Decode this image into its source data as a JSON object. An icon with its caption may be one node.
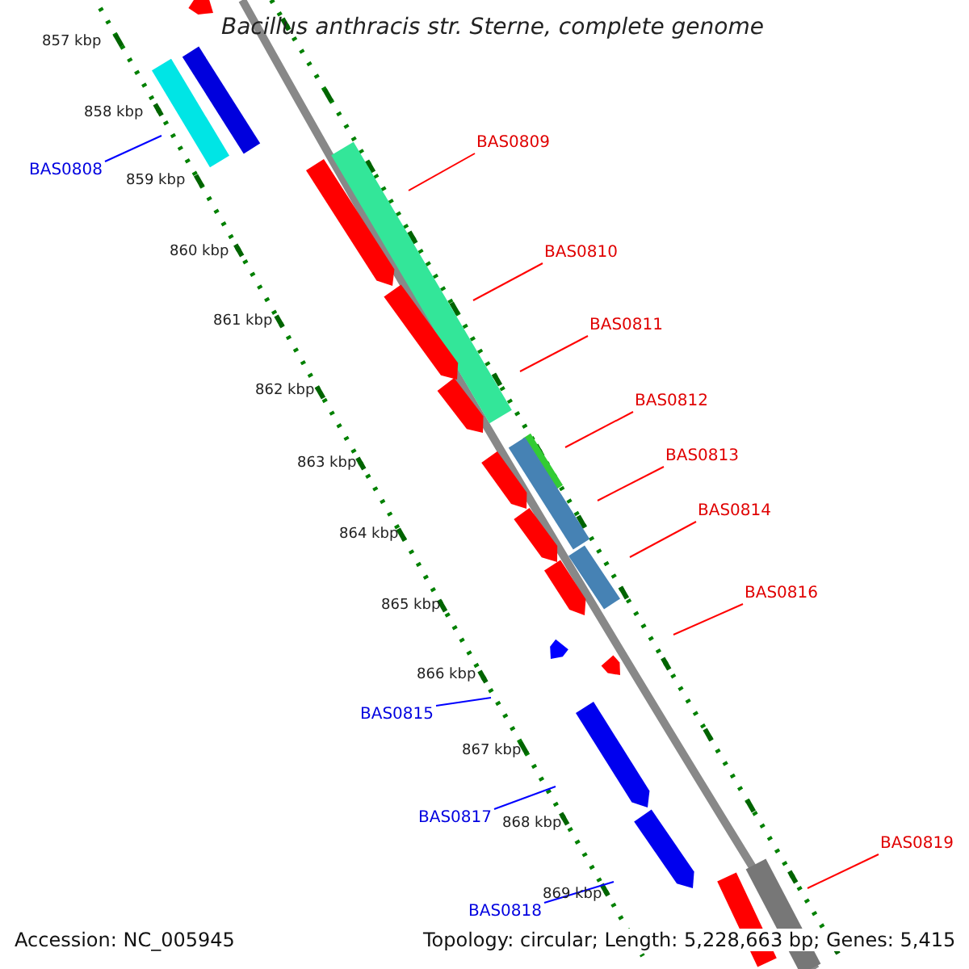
{
  "diagram": {
    "title": "Bacillus anthracis str. Sterne, complete genome",
    "nodes": [
      {
        "text": [
          "BAS0809"
        ]
      },
      {
        "text": [
          "BAS0808"
        ]
      },
      {
        "text": [
          "BAS0810"
        ]
      },
      {
        "text": [
          "BAS0811"
        ]
      },
      {
        "text": [
          "BAS0812"
        ]
      },
      {
        "text": [
          "BAS0813"
        ]
      },
      {
        "text": [
          "BAS0814"
        ]
      },
      {
        "text": [
          "BAS0816"
        ]
      },
      {
        "text": [
          "BAS0815"
        ]
      },
      {
        "text": [
          "BAS0817"
        ]
      },
      {
        "text": [
          "BAS0819"
        ]
      },
      {
        "text": [
          "BAS0818"
        ]
      }
    ],
    "edges": [
      {
        "from": 0,
        "to": null,
        "arrow": "none"
      },
      {
        "from": 1,
        "to": null,
        "arrow": "none",
        "color": "#0000ff"
      },
      {
        "from": 2,
        "to": null,
        "arrow": "none"
      },
      {
        "from": 3,
        "to": null,
        "arrow": "none"
      },
      {
        "from": 4,
        "to": null,
        "arrow": "none"
      },
      {
        "from": 5,
        "to": null,
        "arrow": "none"
      },
      {
        "from": 6,
        "to": null,
        "arrow": "none"
      },
      {
        "from": 7,
        "to": null,
        "arrow": "none"
      },
      {
        "from": 8,
        "to": null,
        "arrow": "none",
        "color": "#0000ff"
      },
      {
        "from": 9,
        "to": null,
        "arrow": "none",
        "color": "#0000ff"
      },
      {
        "from": 10,
        "to": null,
        "arrow": "none"
      },
      {
        "from": 11,
        "to": null,
        "arrow": "none",
        "color": "#0000ff"
      }
    ],
    "labels": [
      "857 kbp",
      "858 kbp",
      "859 kbp",
      "860 kbp",
      "861 kbp",
      "862 kbp",
      "863 kbp",
      "864 kbp",
      "865 kbp",
      "866 kbp",
      "867 kbp",
      "868 kbp",
      "869 kbp",
      "Accession: NC_005945",
      "Topology: circular; Length: 5,228,663 bp; Genes: 5,415"
    ]
  }
}
